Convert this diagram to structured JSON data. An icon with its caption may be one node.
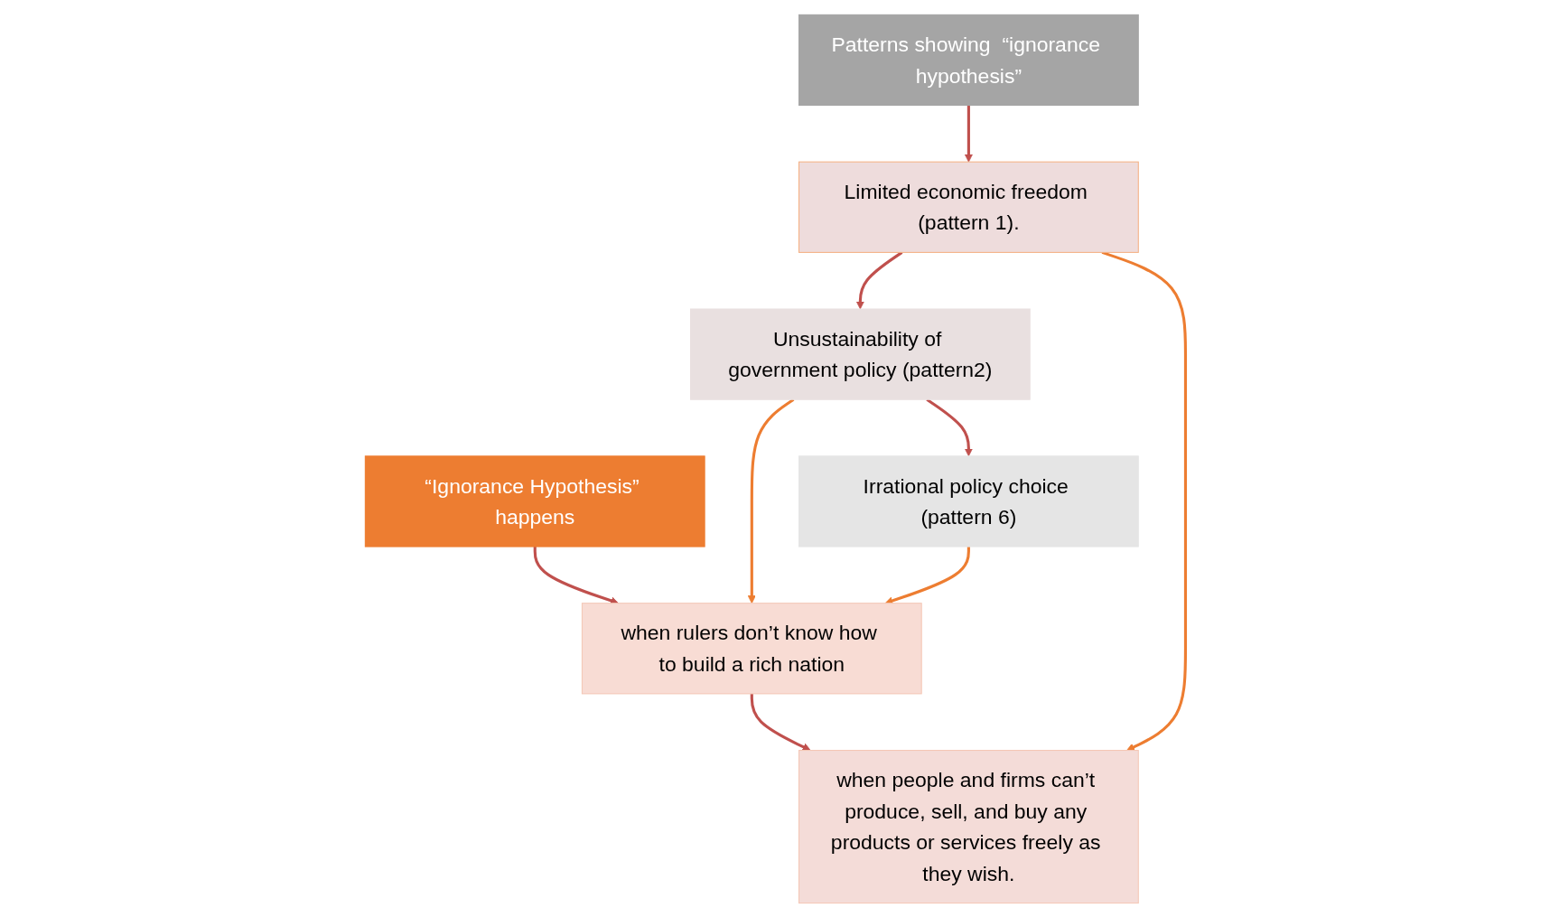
{
  "diagram": {
    "nodes": [
      {
        "text": [
          "“Ignorance Hypothesis” happens"
        ]
      },
      {
        "text": [
          "when rulers don’t know how to build a rich nation"
        ]
      },
      {
        "text": [
          "when people and firms can’t produce, sell, and buy any products or services freely as they wish."
        ]
      },
      {
        "text": [
          "Patterns showing  “ignorance hypothesis”"
        ]
      },
      {
        "text": [
          "Limited economic freedom (pattern 1)."
        ]
      },
      {
        "text": [
          "Unsustainability of government policy (pattern2)"
        ]
      },
      {
        "text": [
          "Irrational policy choice (pattern 6)"
        ]
      }
    ],
    "edges": [
      {
        "from": 0,
        "to": 1,
        "arrow": "to"
      },
      {
        "from": 1,
        "to": 2,
        "arrow": "to"
      },
      {
        "from": 3,
        "to": 4,
        "arrow": "to"
      },
      {
        "from": 4,
        "to": 5,
        "arrow": "to"
      },
      {
        "from": 5,
        "to": 6,
        "arrow": "to"
      },
      {
        "from": 4,
        "to": 2,
        "arrow": "to",
        "color": "#ed7d31"
      },
      {
        "from": 5,
        "to": 1,
        "arrow": "to",
        "color": "#ed7d31"
      },
      {
        "from": 6,
        "to": 1,
        "arrow": "to",
        "color": "#ed7d31"
      }
    ]
  }
}
